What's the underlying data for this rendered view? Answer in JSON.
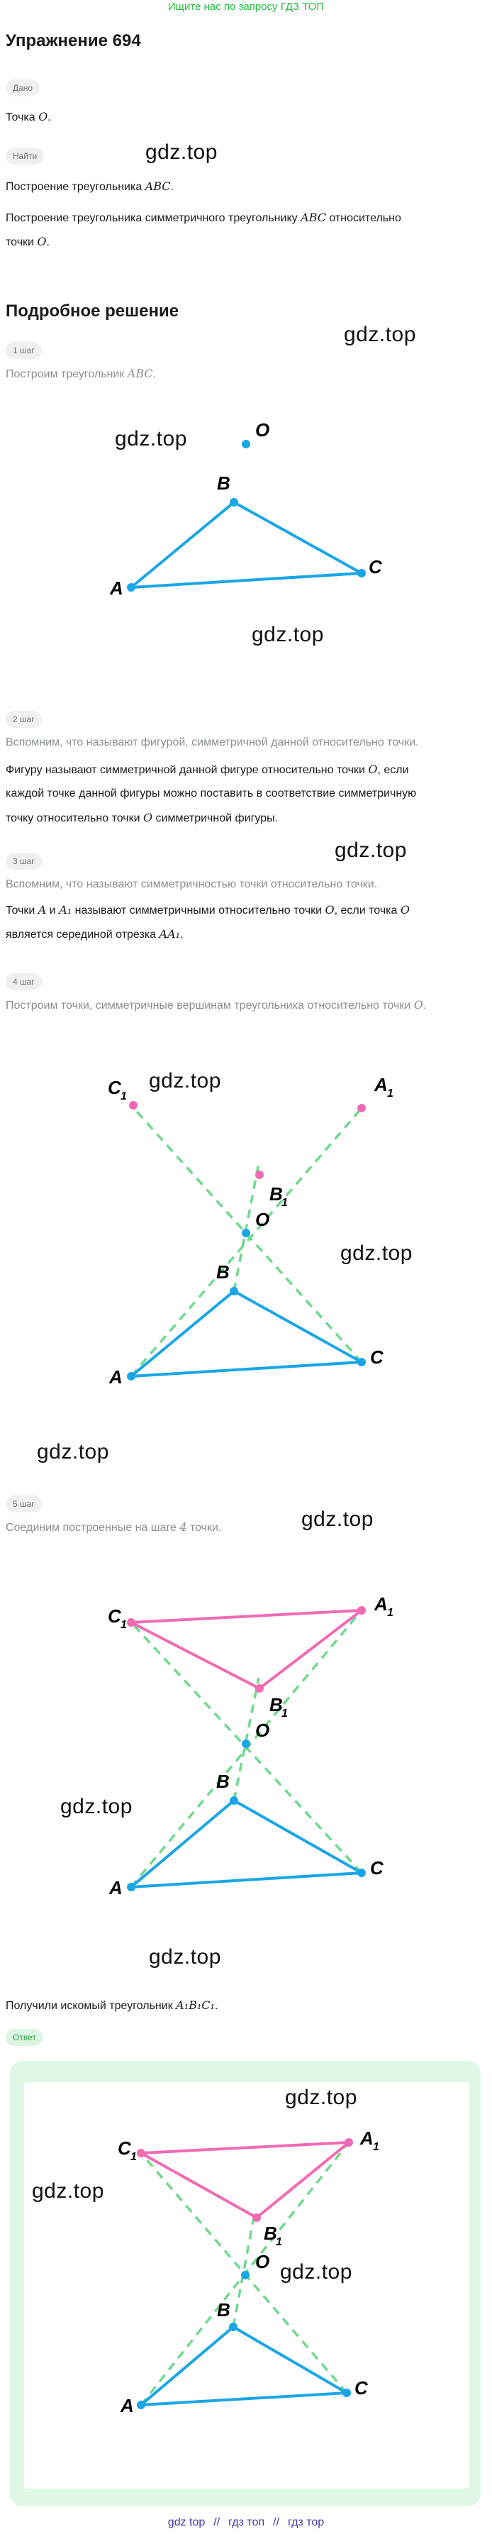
{
  "banner": "Ищите нас по запросу ГДЗ ТОП",
  "exercise_title": "Упражнение 694",
  "given": {
    "label": "Дано",
    "text_prefix": "Точка ",
    "point": "O",
    "text_suffix": "."
  },
  "find": {
    "label": "Найти",
    "line1_prefix": "Построение треугольника ",
    "line1_math": "ABC",
    "line1_suffix": ".",
    "line2_prefix": "Построение треугольника симметричного треугольнику ",
    "line2_math": "ABC",
    "line2_suffix": " относительно",
    "line3_prefix": "точки ",
    "line3_math": "O",
    "line3_suffix": "."
  },
  "solution_title": "Подробное решение",
  "steps": [
    {
      "label": "1 шаг",
      "text_prefix": "Построим треугольник ",
      "math": "ABC",
      "text_suffix": "."
    },
    {
      "label": "2 шаг",
      "intro": "Вспомним, что называют фигурой, симметричной данной относительно точки.",
      "body1": "Фигуру называют симметричной данной фигуре относительно точки ",
      "body1_math": "O",
      "body1_suffix": ", если",
      "body2": "каждой точке данной фигуры можно поставить в соответствие симметричную",
      "body3_prefix": "точку относительно точки ",
      "body3_math": "O",
      "body3_suffix": " симметричной фигуры."
    },
    {
      "label": "3 шаг",
      "intro": "Вспомним, что называют симметричностью точки относительно точки.",
      "body1_p1": "Точки ",
      "body1_m1": "A",
      "body1_p2": " и ",
      "body1_m2": "A₁",
      "body1_p3": " называют симметричными относительно точки ",
      "body1_m3": "O",
      "body1_p4": ", если точка ",
      "body1_m4": "O",
      "body2_prefix": "является серединой отрезка ",
      "body2_math": "AA₁",
      "body2_suffix": "."
    },
    {
      "label": "4 шаг",
      "text_prefix": "Построим точки, симметричные вершинам треугольника относительно точки ",
      "math": "O",
      "text_suffix": "."
    },
    {
      "label": "5 шаг",
      "text_prefix": "Соединим построенные на шаге ",
      "math": "4",
      "text_suffix": " точки."
    }
  ],
  "result": {
    "prefix": "Получили искомый треугольник ",
    "math": "A₁B₁C₁",
    "suffix": "."
  },
  "answer_label": "Ответ",
  "watermark": "gdz.top",
  "points": {
    "A": "A",
    "B": "B",
    "C": "C",
    "O": "O",
    "A1": "A",
    "B1": "B",
    "C1": "C",
    "sub": "1"
  },
  "colors": {
    "triangle": "#1aa6e6",
    "symmetric": "#f06bb4",
    "dashes": "#6fd98e",
    "accent": "#27a543",
    "muted": "#8a8f94"
  },
  "footer": {
    "links": [
      "gdz top",
      "гдз топ",
      "гдз тор"
    ],
    "separator": "//"
  }
}
